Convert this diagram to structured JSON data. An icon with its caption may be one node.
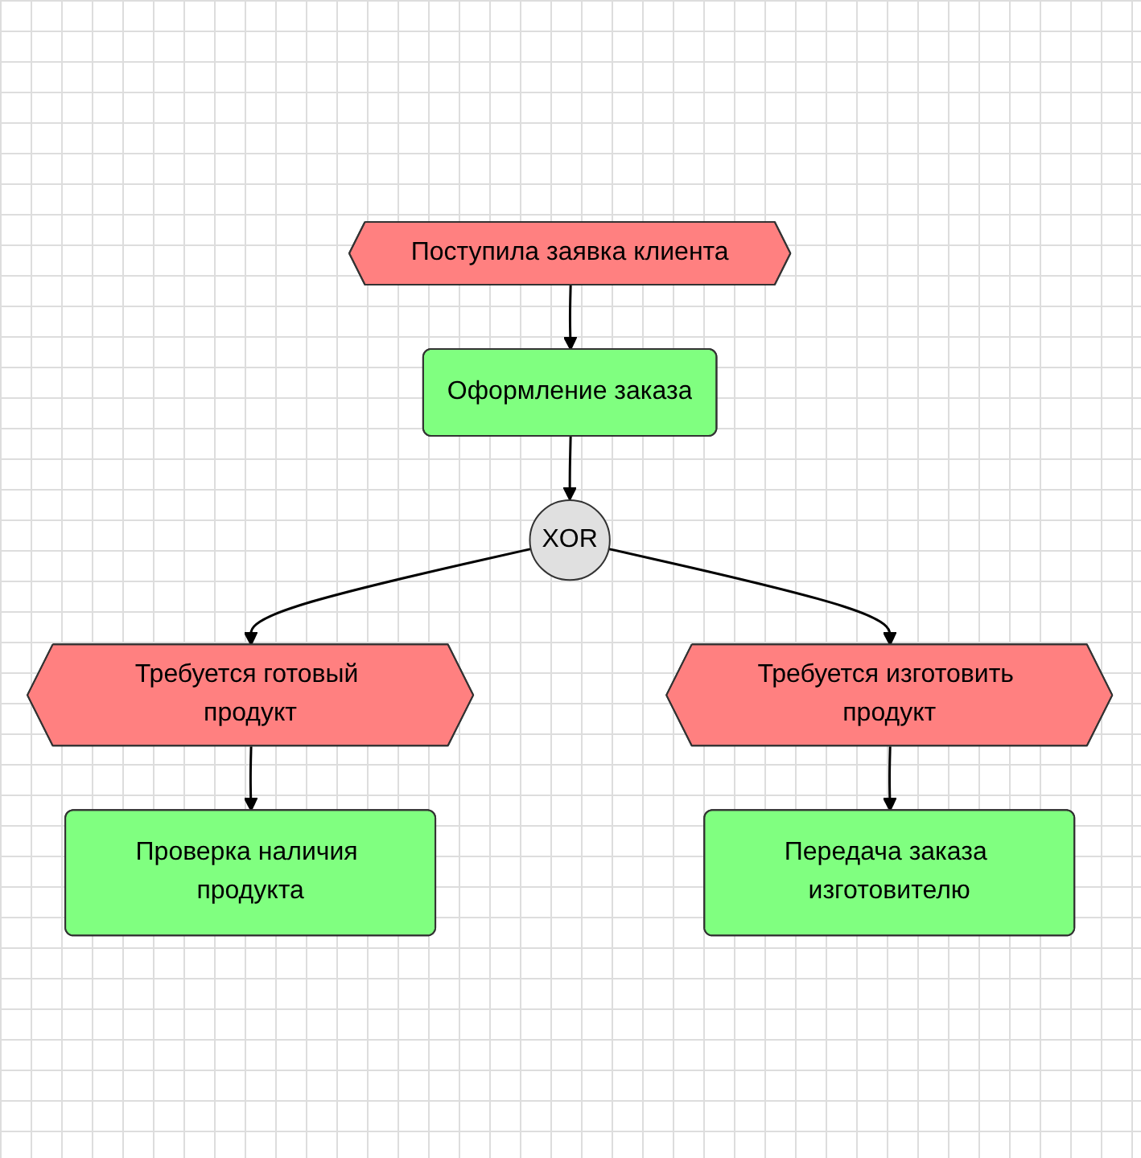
{
  "diagram": {
    "nodes": [
      {
        "text": [
          "Поступила заявка клиента"
        ]
      },
      {
        "text": [
          "Оформление заказа"
        ]
      },
      {
        "text": [
          "XOR"
        ]
      },
      {
        "text": [
          "Требуется готовый продукт"
        ]
      },
      {
        "text": [
          "Требуется изготовить продукт"
        ]
      },
      {
        "text": [
          "Проверка наличия продукта"
        ]
      },
      {
        "text": [
          "Передача заказа изготовителю"
        ]
      }
    ],
    "edges": [
      {
        "from": 0,
        "to": 1,
        "arrow": "to"
      },
      {
        "from": 1,
        "to": 2,
        "arrow": "to"
      },
      {
        "from": 2,
        "to": 3,
        "arrow": "to"
      },
      {
        "from": 2,
        "to": 4,
        "arrow": "to"
      },
      {
        "from": 3,
        "to": 5,
        "arrow": "to"
      },
      {
        "from": 4,
        "to": 6,
        "arrow": "to"
      }
    ]
  }
}
